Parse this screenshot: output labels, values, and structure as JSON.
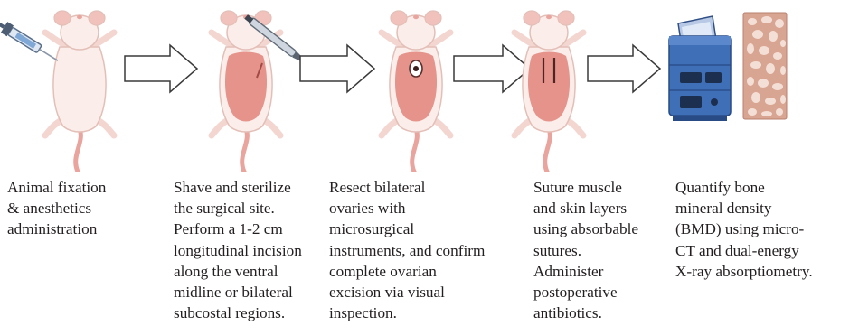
{
  "steps": [
    {
      "icon": "syringe-icon",
      "text": "Animal fixation\n& anesthetics\nadministration"
    },
    {
      "icon": "scalpel-icon",
      "text": "Shave and sterilize\nthe surgical site.\nPerform a 1-2 cm\nlongitudinal incision\nalong the ventral\nmidline or bilateral\nsubcostal regions."
    },
    {
      "icon": "ovary-icon",
      "text": "Resect bilateral\novaries with\nmicrosurgical\ninstruments, and confirm\ncomplete ovarian\nexcision via visual\ninspection."
    },
    {
      "icon": "sutures-icon",
      "text": "Suture muscle\nand skin layers\nusing absorbable\nsutures.\nAdminister\npostoperative\nantibiotics."
    },
    {
      "icon": "micro-ct-scanner-icon",
      "text": "Quantify bone\nmineral density\n(BMD) using micro-\nCT and dual-energy\nX-ray absorptiometry."
    }
  ],
  "colors": {
    "mouse_body": "#fbeeea",
    "mouse_outline": "#e3bfb8",
    "shaved_area": "#e0837a",
    "tail": "#e9a49e",
    "scanner_blue": "#3f6fb7",
    "bone": "#d8a592",
    "arrow_stroke": "#3a3a3a"
  }
}
